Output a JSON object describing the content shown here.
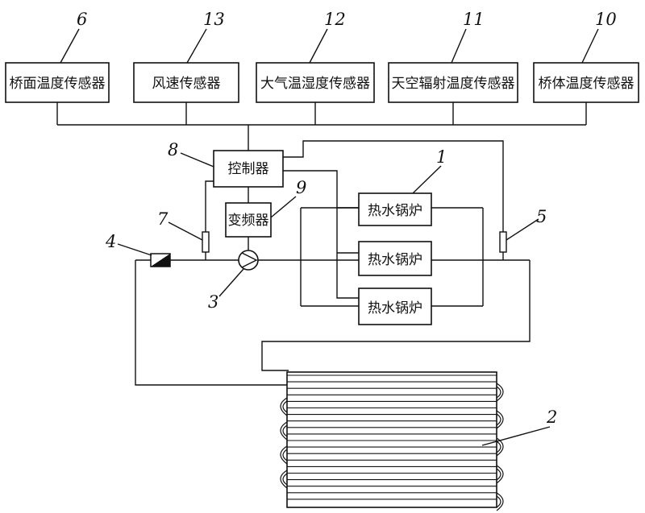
{
  "sensors": {
    "bridge_surface": {
      "label": "桥面温度传感器",
      "number": "6"
    },
    "wind_speed": {
      "label": "风速传感器",
      "number": "13"
    },
    "air_temp_humidity": {
      "label": "大气温湿度传感器",
      "number": "12"
    },
    "sky_radiation": {
      "label": "天空辐射温度传感器",
      "number": "11"
    },
    "bridge_body": {
      "label": "桥体温度传感器",
      "number": "10"
    }
  },
  "controller": {
    "label": "控制器",
    "number": "8"
  },
  "inverter": {
    "label": "变频器",
    "number": "9"
  },
  "boilers": {
    "number": "1",
    "items": [
      {
        "label": "热水锅炉"
      },
      {
        "label": "热水锅炉"
      },
      {
        "label": "热水锅炉"
      }
    ]
  },
  "pump": {
    "number": "3"
  },
  "valve": {
    "number": "4"
  },
  "temp_sensor_return": {
    "number": "5"
  },
  "temp_sensor_supply": {
    "number": "7"
  },
  "heating_coil": {
    "number": "2"
  }
}
